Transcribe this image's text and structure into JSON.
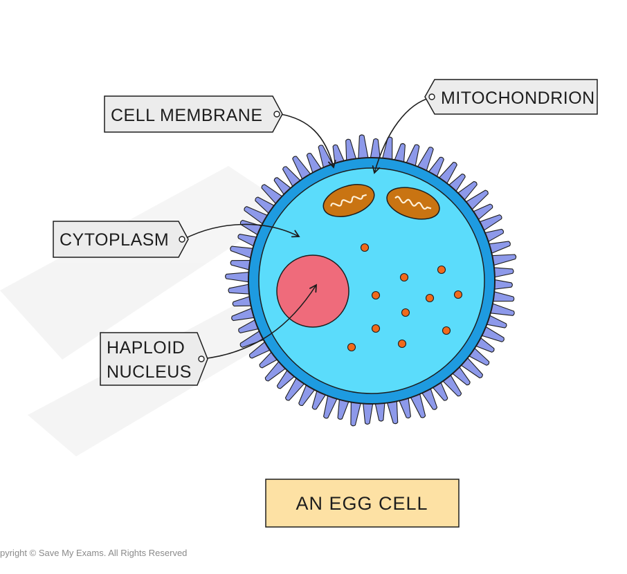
{
  "labels": {
    "cell_membrane": "CELL  MEMBRANE",
    "mitochondrion": "MITOCHONDRION",
    "cytoplasm": "CYTOPLASM",
    "haploid_line1": "HAPLOID",
    "haploid_line2": "NUCLEUS"
  },
  "title": "AN  EGG  CELL",
  "copyright": "pyright © Save My Exams. All Rights Reserved",
  "colors": {
    "membrane": "#1e9be0",
    "cytoplasm": "#5bdcfb",
    "projections": "#8d99ea",
    "nucleus": "#ef6b7b",
    "mitochondrion": "#c97412",
    "granules": "#f06a1c",
    "label_box": "#ececec",
    "title_box": "#fde1a4"
  }
}
